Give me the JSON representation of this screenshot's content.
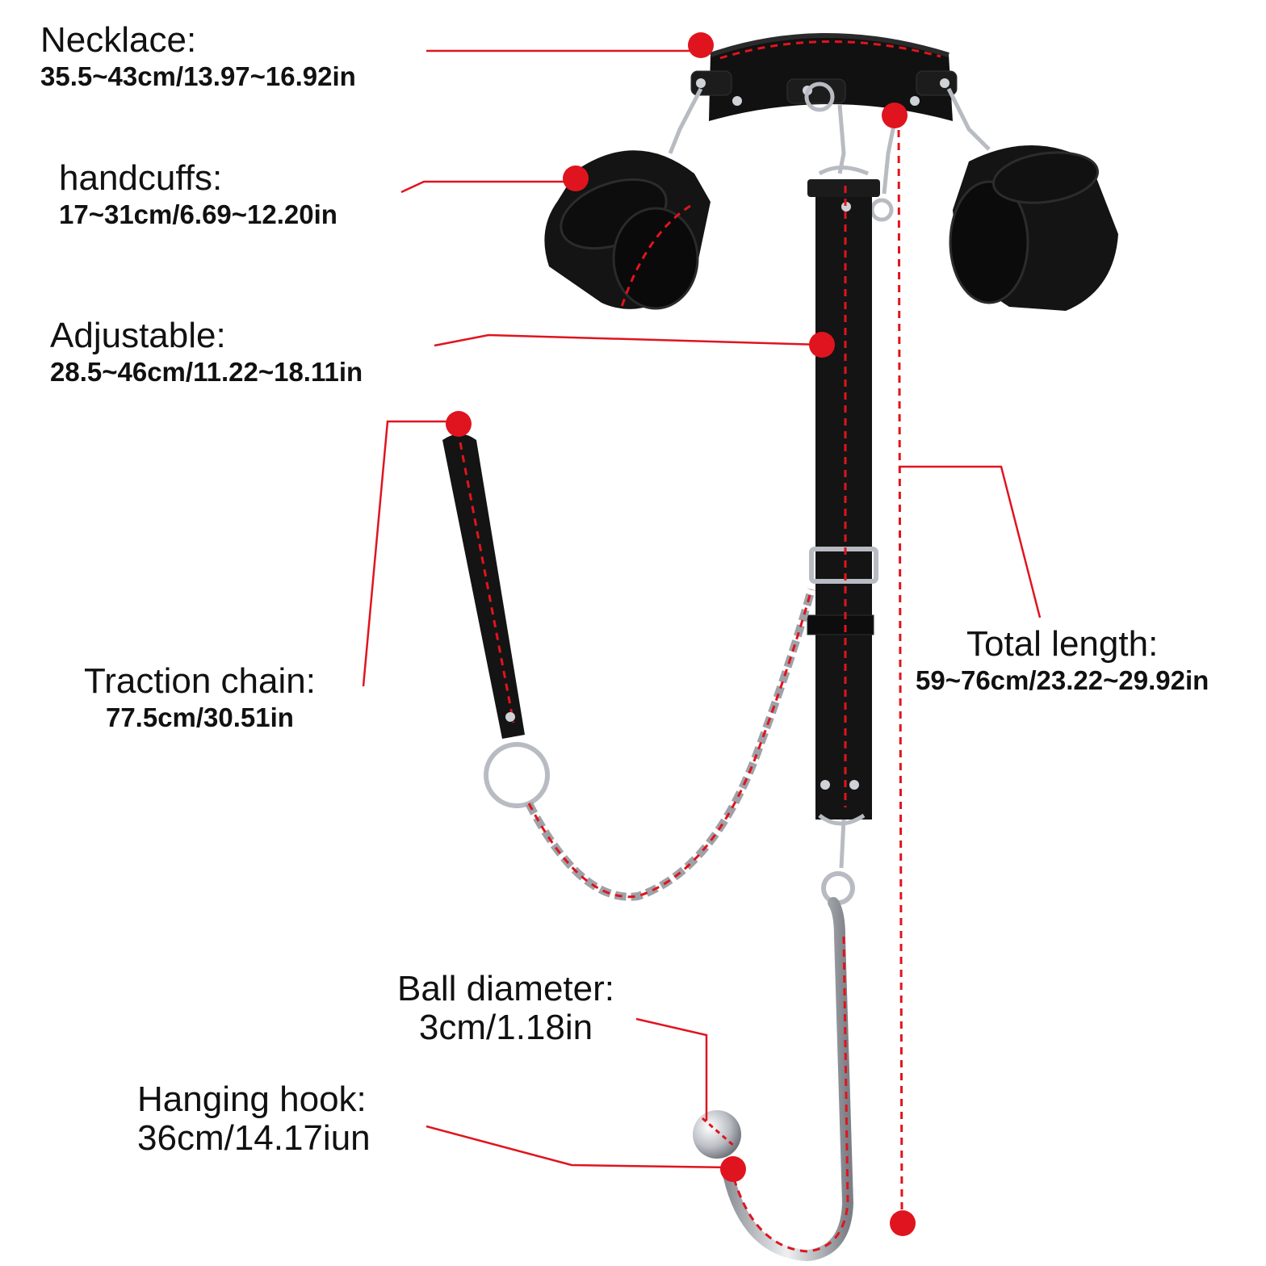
{
  "labels": {
    "necklace": {
      "title": "Necklace:",
      "value": "35.5~43cm/13.97~16.92in"
    },
    "handcuffs": {
      "title": "handcuffs:",
      "value": "17~31cm/6.69~12.20in"
    },
    "adjustable": {
      "title": "Adjustable:",
      "value": "28.5~46cm/11.22~18.11in"
    },
    "traction": {
      "title": "Traction chain:",
      "value": "77.5cm/30.51in"
    },
    "total": {
      "title": "Total length:",
      "value": "59~76cm/23.22~29.92in"
    },
    "ball": {
      "title": "Ball diameter:",
      "value": "3cm/1.18in"
    },
    "hook": {
      "title": "Hanging hook:",
      "value": "36cm/14.17iun"
    }
  },
  "colors": {
    "accent_red": "#e0141e",
    "leather_black": "#141414",
    "metal_silver": "#b8bcc2"
  }
}
